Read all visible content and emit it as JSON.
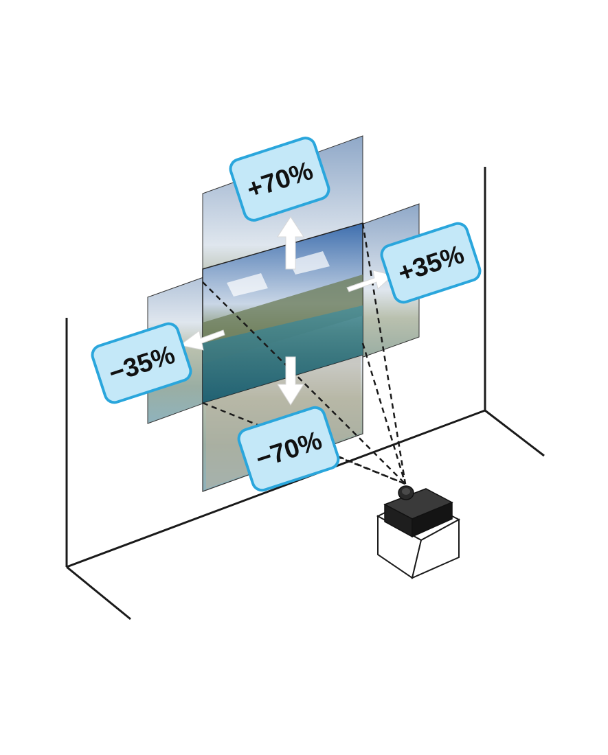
{
  "labels": {
    "up": "+70%",
    "right": "+35%",
    "left": "−35%",
    "down": "−70%"
  },
  "colors": {
    "label_fill": "#c4e8f8",
    "label_border": "#2aa6dc",
    "line": "#1a1a1a",
    "arrow": "#ffffff",
    "projector": "#1e1e1e"
  },
  "icons": {
    "projector": "projector-icon",
    "arrows": "arrow-icon"
  }
}
